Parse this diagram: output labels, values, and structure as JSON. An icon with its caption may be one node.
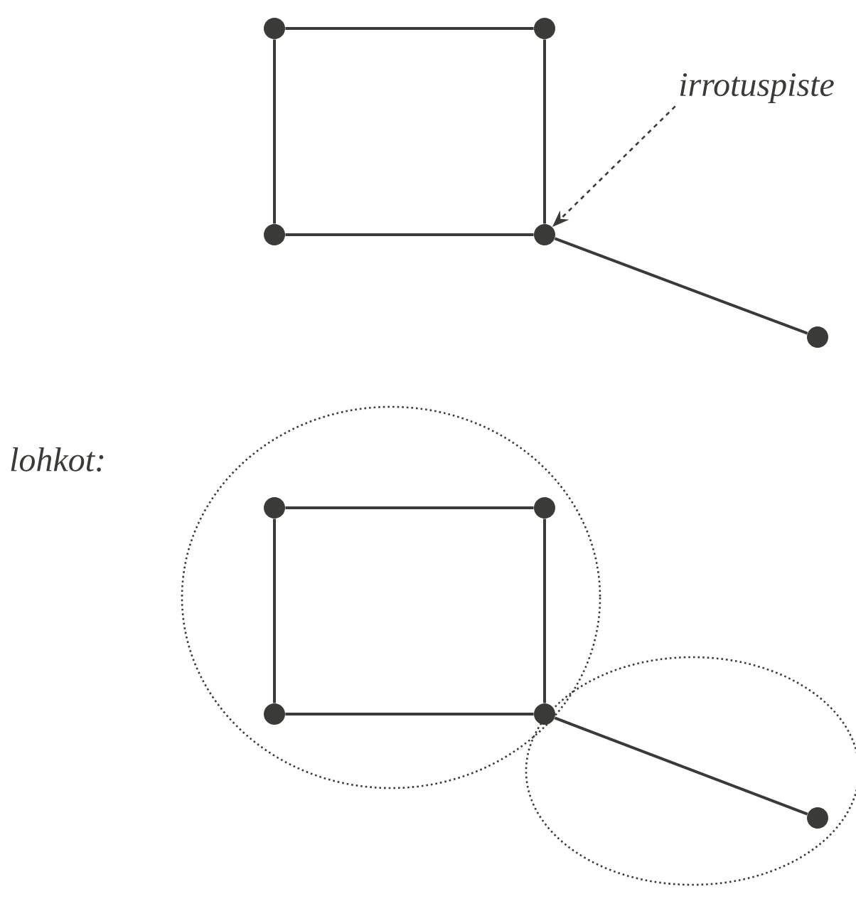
{
  "diagram": {
    "nodes": [
      {
        "text": [],
        "shape": "circle"
      },
      {
        "text": [],
        "shape": "circle"
      },
      {
        "text": [],
        "shape": "circle"
      },
      {
        "text": [],
        "shape": "circle"
      },
      {
        "text": [],
        "shape": "circle"
      },
      {
        "text": [
          "irrotuspiste"
        ]
      },
      {
        "text": [],
        "shape": "circle"
      },
      {
        "text": [],
        "shape": "circle"
      },
      {
        "text": [],
        "shape": "circle"
      },
      {
        "text": [],
        "shape": "circle"
      },
      {
        "text": [],
        "shape": "circle"
      }
    ],
    "edges": [
      {
        "from": 0,
        "to": 1,
        "arrow": "none"
      },
      {
        "from": 0,
        "to": 2,
        "arrow": "none"
      },
      {
        "from": 1,
        "to": 3,
        "arrow": "none"
      },
      {
        "from": 2,
        "to": 3,
        "arrow": "none"
      },
      {
        "from": 3,
        "to": 4,
        "arrow": "none"
      },
      {
        "from": 5,
        "to": 3,
        "arrow": "to",
        "style": "dashed"
      },
      {
        "from": 6,
        "to": 7,
        "arrow": "none"
      },
      {
        "from": 6,
        "to": 8,
        "arrow": "none"
      },
      {
        "from": 7,
        "to": 9,
        "arrow": "none"
      },
      {
        "from": 8,
        "to": 9,
        "arrow": "none"
      },
      {
        "from": 9,
        "to": 10,
        "arrow": "none"
      }
    ],
    "labels": [
      "lohkot:"
    ]
  }
}
